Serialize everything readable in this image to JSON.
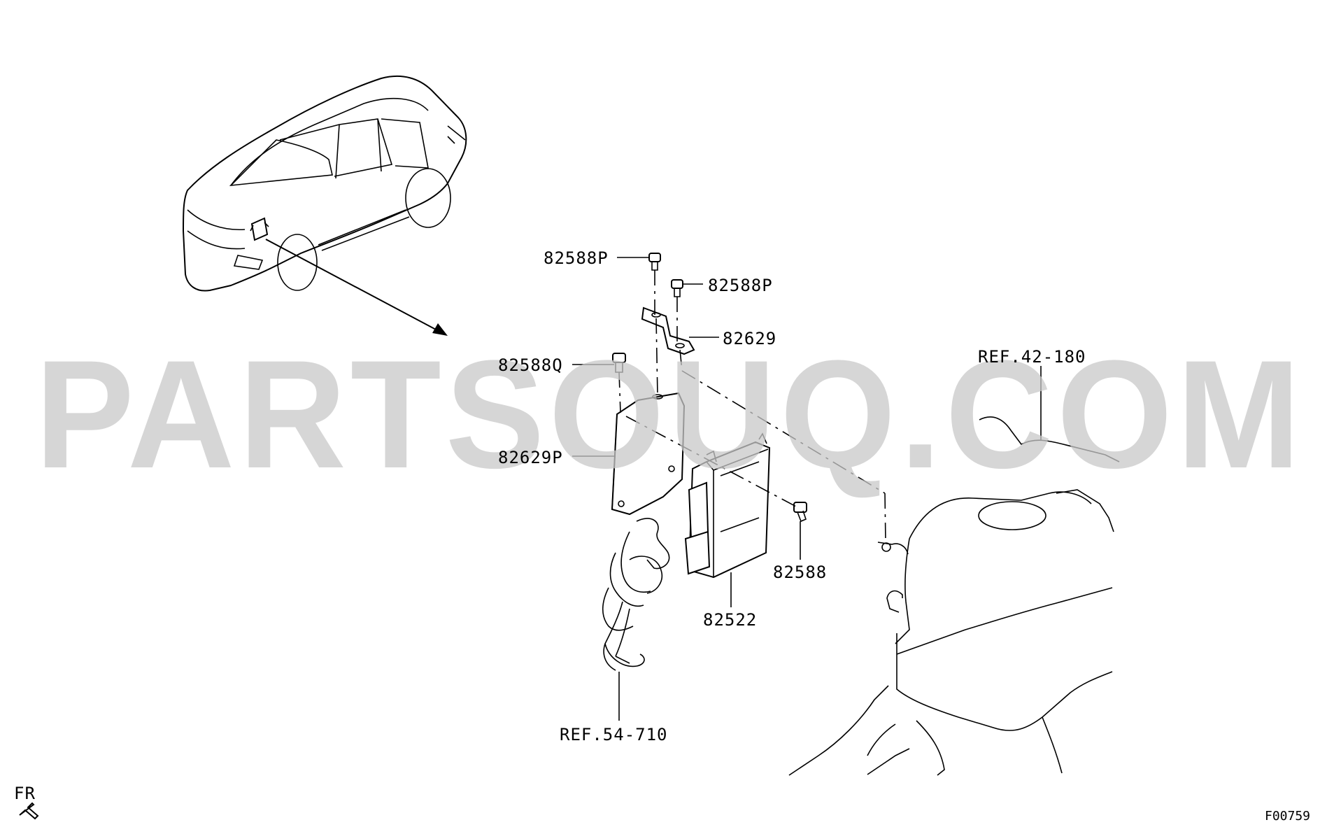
{
  "watermark": "PARTSOUQ.COM",
  "figure_code": "F00759",
  "direction_label": "FR",
  "callouts": {
    "bolt_top_left": "82588P",
    "bolt_top_right": "82588P",
    "bracket_small": "82629",
    "bolt_left": "82588Q",
    "bracket_large": "82629P",
    "bolt_right": "82588",
    "control_unit": "82522",
    "ref_engine": "REF.42-180",
    "ref_harness": "REF.54-710"
  },
  "icons": {
    "vehicle": "suv-vehicle-outline",
    "direction": "front-arrow-icon"
  }
}
